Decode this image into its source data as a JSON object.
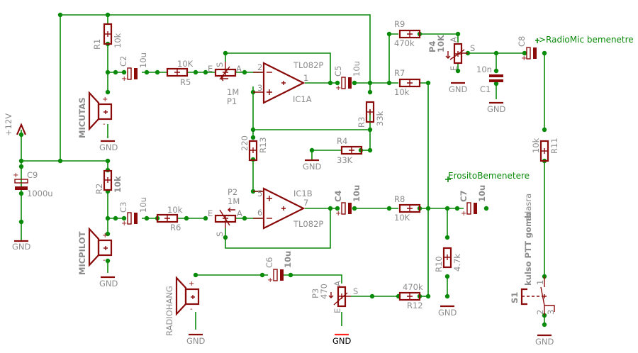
{
  "title": "Mic mixer schematic",
  "colors": {
    "wire": "#0a8a0a",
    "component": "#8b0a0a",
    "label": "#8c8c8c",
    "net_label": "#0a8a0a"
  },
  "supply": {
    "label": "+12V"
  },
  "components": {
    "R1": {
      "name": "R1",
      "value": "10k"
    },
    "R2": {
      "name": "R2",
      "value": "10k"
    },
    "R3": {
      "name": "R3",
      "value": "33k"
    },
    "R4": {
      "name": "R4",
      "value": "33K"
    },
    "R5": {
      "name": "R5",
      "value": "10K"
    },
    "R6": {
      "name": "R6",
      "value": "10k"
    },
    "R7": {
      "name": "R7",
      "value": "10k"
    },
    "R8": {
      "name": "R8",
      "value": "10K"
    },
    "R9": {
      "name": "R9",
      "value": "470k"
    },
    "R10": {
      "name": "R10",
      "value": "4.7k"
    },
    "R11": {
      "name": "R11",
      "value": "10k"
    },
    "R12": {
      "name": "R12",
      "value": "470k"
    },
    "R13": {
      "name": "R13",
      "value": "220"
    },
    "C1": {
      "name": "C1",
      "value": "10n"
    },
    "C2": {
      "name": "C2",
      "value": "10u"
    },
    "C3": {
      "name": "C3",
      "value": "10u"
    },
    "C4": {
      "name": "C4",
      "value": "10u"
    },
    "C5": {
      "name": "C5",
      "value": "10u"
    },
    "C6": {
      "name": "C6",
      "value": "10u"
    },
    "C7": {
      "name": "C7",
      "value": "10u"
    },
    "C8": {
      "name": "C8",
      "value": ""
    },
    "C9": {
      "name": "C9",
      "value": "1000u"
    },
    "P1": {
      "name": "P1",
      "value": "1M"
    },
    "P2": {
      "name": "P2",
      "value": "1M"
    },
    "P3": {
      "name": "P3",
      "value": "470"
    },
    "P4": {
      "name": "P4",
      "value": "10K"
    },
    "IC1A": {
      "name": "IC1A",
      "part": "TL082P",
      "pins": [
        "2",
        "3",
        "1"
      ]
    },
    "IC1B": {
      "name": "IC1B",
      "part": "TL082P",
      "pins": [
        "6",
        "5",
        "7"
      ]
    },
    "S1": {
      "name": "S1",
      "description_bold": "kulso PTT gomb",
      "description": "adasra",
      "pins": [
        "1",
        "2",
        "3"
      ]
    }
  },
  "speakers": [
    {
      "name": "MICUTAS"
    },
    {
      "name": "MICPILOT"
    },
    {
      "name": "RADIOHANG"
    }
  ],
  "pot_pins": {
    "end": "E",
    "anchor": "A",
    "slider": "S"
  },
  "ground_label": "GND",
  "polarity": {
    "plus": "+",
    "minus": "-"
  },
  "net_labels": {
    "radiomic": ">RadioMic bemenetre",
    "erosito": "ErositoBemenetere"
  }
}
